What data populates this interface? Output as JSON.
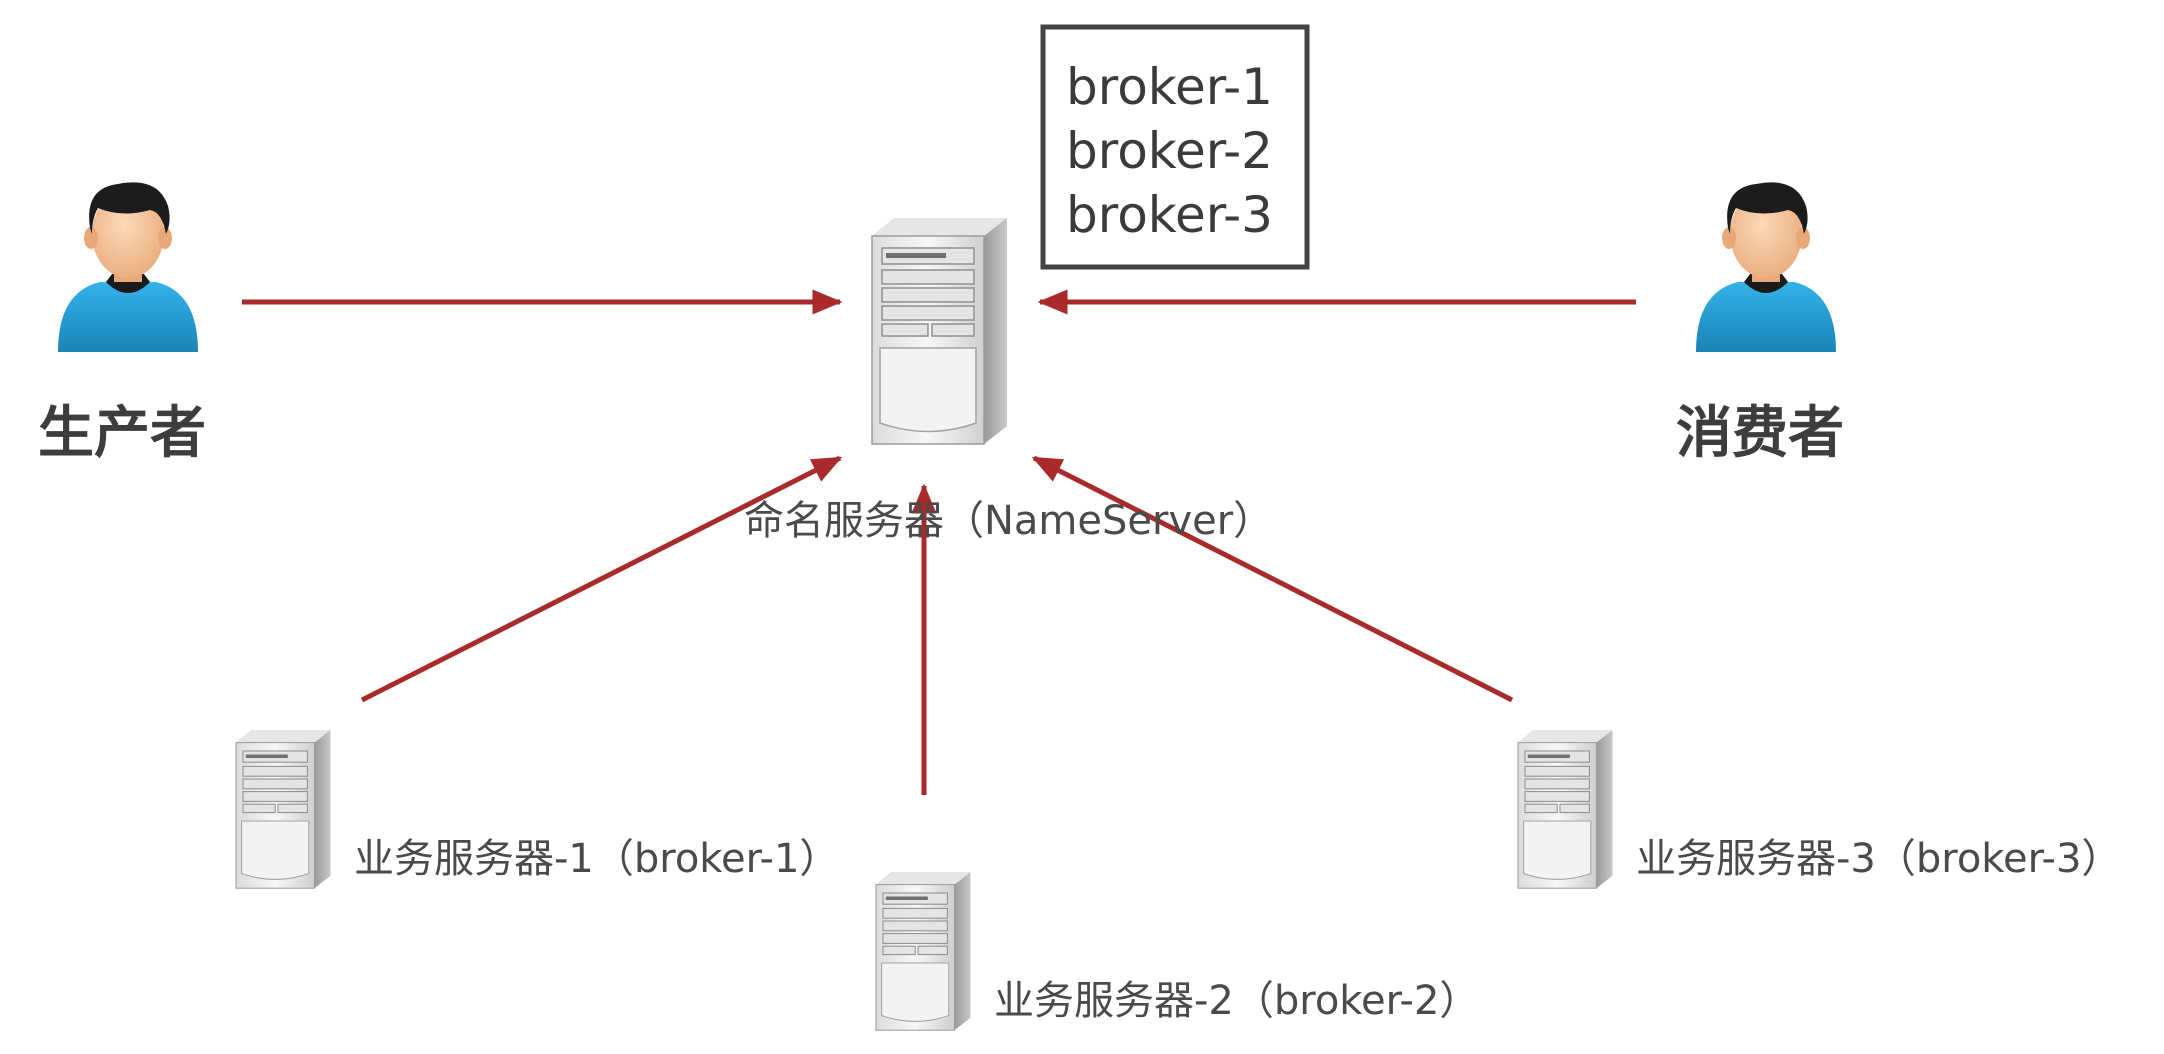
{
  "producer": {
    "label": "生产者"
  },
  "consumer": {
    "label": "消费者"
  },
  "nameserver": {
    "label": "命名服务器（NameServer）",
    "registry": [
      "broker-1",
      "broker-2",
      "broker-3"
    ]
  },
  "brokers": [
    {
      "label": "业务服务器-1（broker-1）"
    },
    {
      "label": "业务服务器-2（broker-2）"
    },
    {
      "label": "业务服务器-3（broker-3）"
    }
  ],
  "colors": {
    "arrow": "#a82a2a",
    "person_shirt": "#1f9bd4",
    "person_skin": "#f3c49c",
    "person_hair": "#1c1c1c",
    "box_border": "#444444"
  }
}
